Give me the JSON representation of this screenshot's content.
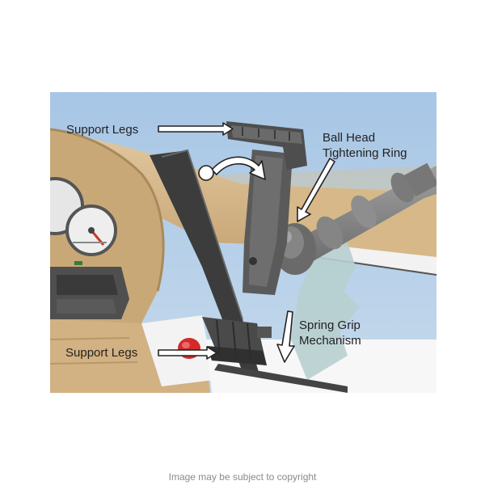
{
  "callouts": {
    "support_legs_top": "Support Legs",
    "ball_head_line1": "Ball Head",
    "ball_head_line2": "Tightening Ring",
    "support_legs_bottom": "Support Legs",
    "spring_grip_line1": "Spring Grip",
    "spring_grip_line2": "Mechanism"
  },
  "footer": {
    "copyright": "Image may be subject to copyright"
  },
  "colors": {
    "sky": "#a9c8e6",
    "dashboard": "#d9bb8f",
    "dashboard_shadow": "#b89868",
    "holder": "#6e6e6e",
    "holder_dark": "#4a4a4a",
    "arm": "#8a8a8a",
    "windshield": "#b7cfcf",
    "red_light": "#d42a2a"
  }
}
